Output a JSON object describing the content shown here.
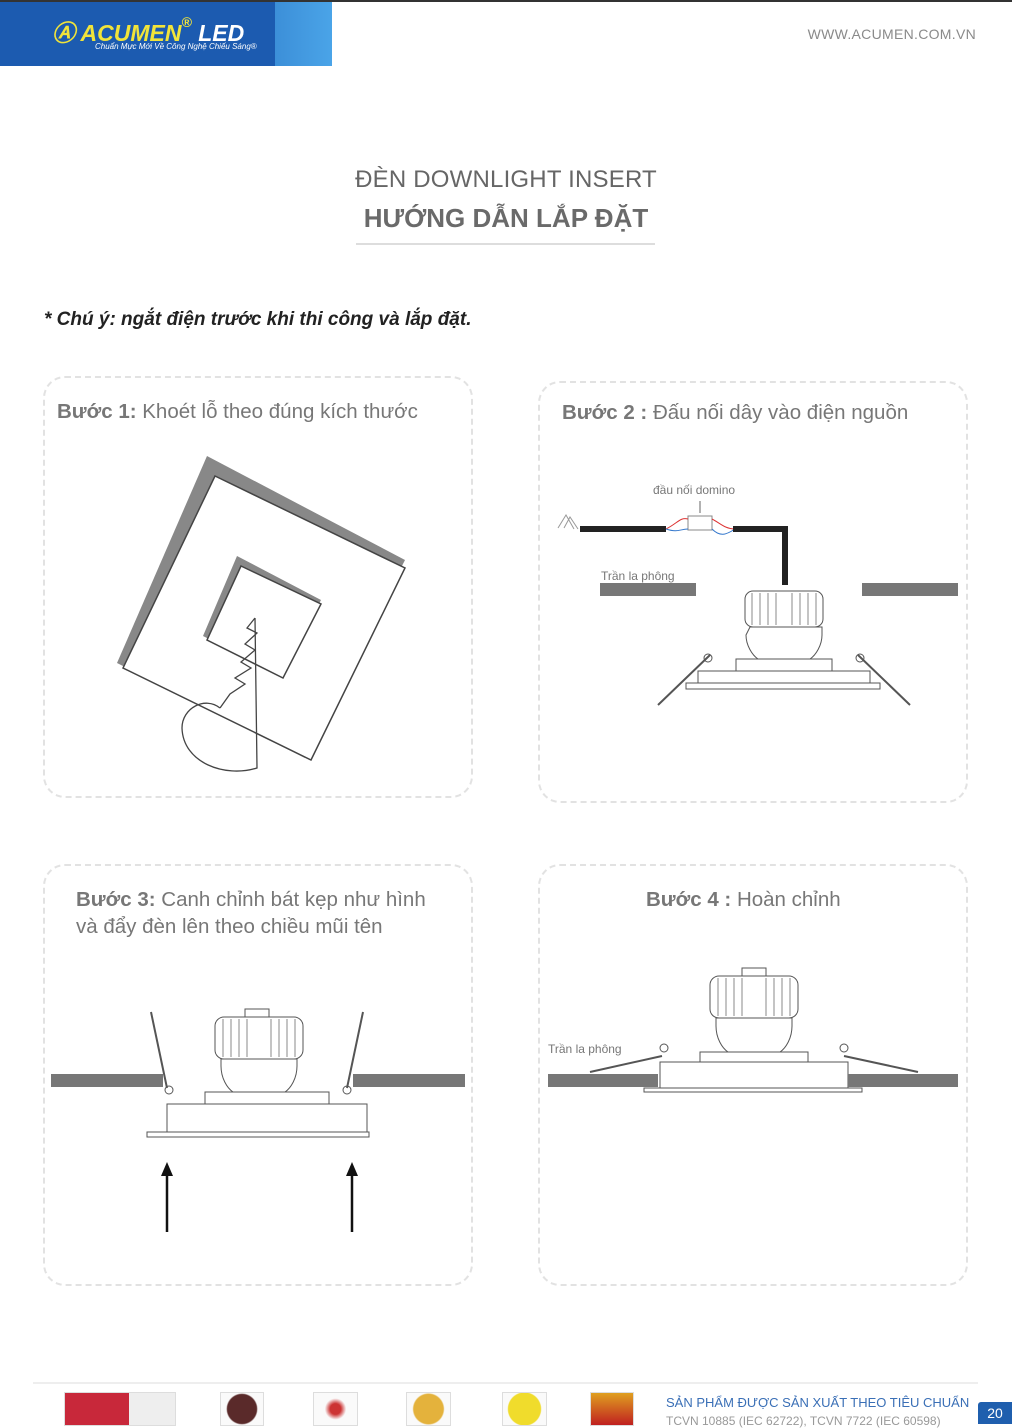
{
  "header": {
    "brand": "ACUMEN",
    "brand_mark": "®",
    "brand_led": "LED",
    "tagline": "Chuẩn Mực Mới Về Công Nghệ Chiếu Sáng®",
    "url": "WWW.ACUMEN.COM.VN"
  },
  "title": {
    "line1": "ĐÈN DOWNLIGHT INSERT",
    "line2": "HƯỚNG DẪN LẮP ĐẶT"
  },
  "note": "* Chú ý: ngắt điện trước khi thi công và lắp đặt.",
  "steps": [
    {
      "label": "Bước 1:",
      "text": " Khoét lỗ theo đúng kích thước"
    },
    {
      "label": "Bước 2 :",
      "text": " Đấu nối dây vào điện nguồn",
      "connector_label": "đầu nối domino",
      "ceiling_label": "Trần la phông"
    },
    {
      "label": "Bước 3:",
      "text": " Canh chỉnh bát kẹp như hình",
      "text2": "và đẩy đèn  lên theo chiều mũi tên"
    },
    {
      "label": "Bước 4 :",
      "text": " Hoàn chỉnh",
      "ceiling_label": "Trần la phông"
    }
  ],
  "footer": {
    "caption": "SẢN PHẨM ĐƯỢC SẢN XUẤT THEO TIÊU CHUẨN",
    "standards": "TCVN 10885 (IEC 62722), TCVN 7722 (IEC 60598)",
    "page": "20"
  },
  "colors": {
    "brand_blue": "#1c5bb0",
    "brand_yellow": "#f1e43a"
  }
}
